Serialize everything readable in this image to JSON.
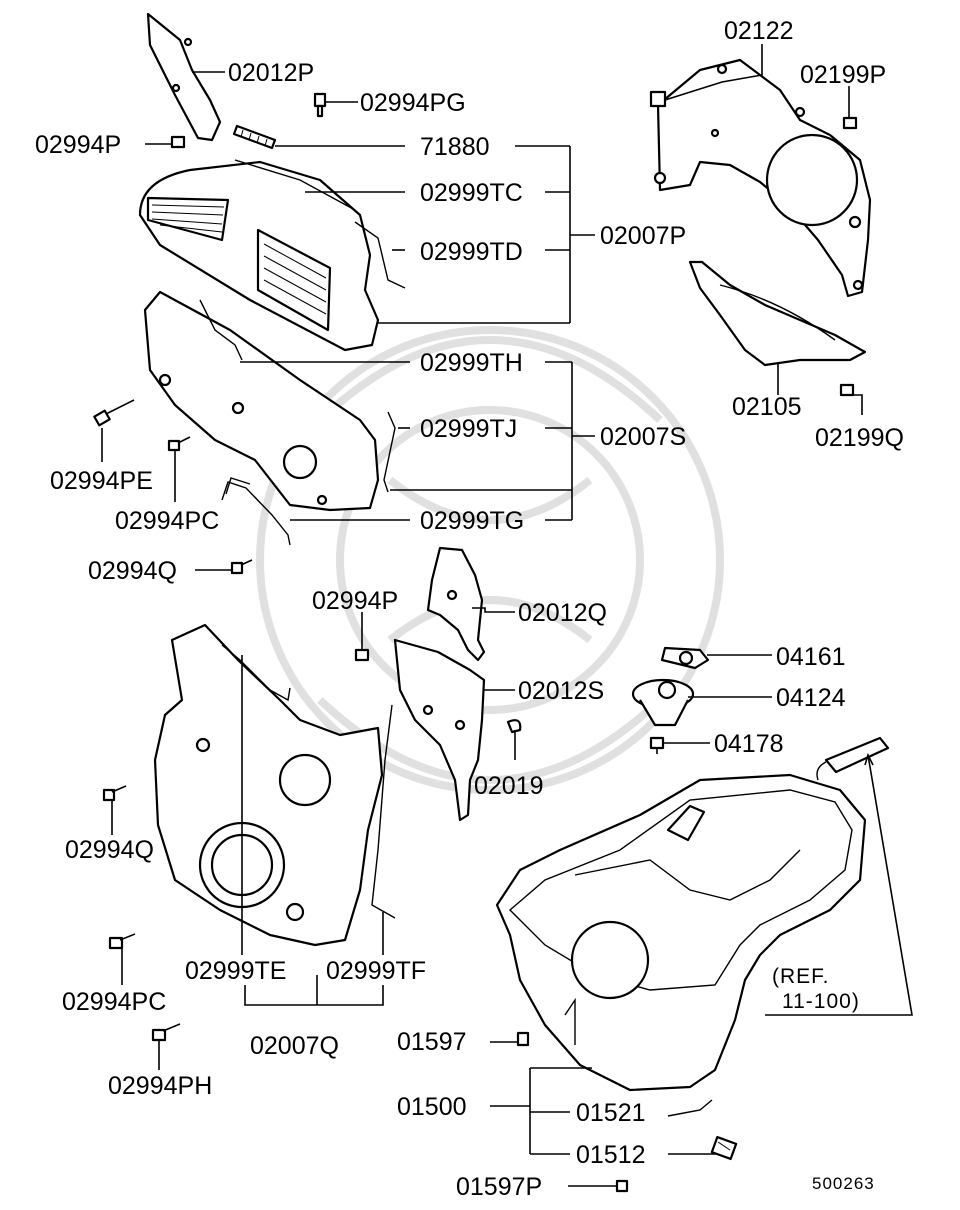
{
  "labels": {
    "p02012P": "02012P",
    "p02994PG": "02994PG",
    "p02994P_top": "02994P",
    "p71880": "71880",
    "p02999TC": "02999TC",
    "p02999TD": "02999TD",
    "p02007P": "02007P",
    "p02999TH": "02999TH",
    "p02999TJ": "02999TJ",
    "p02007S": "02007S",
    "p02994PE": "02994PE",
    "p02994PC_top": "02994PC",
    "p02999TG": "02999TG",
    "p02994Q_top": "02994Q",
    "p02122": "02122",
    "p02199P": "02199P",
    "p02105": "02105",
    "p02199Q": "02199Q",
    "p02994P_mid": "02994P",
    "p02012Q": "02012Q",
    "p02012S": "02012S",
    "p02019": "02019",
    "p04161": "04161",
    "p04124": "04124",
    "p04178": "04178",
    "p02994Q_low": "02994Q",
    "p02999TE": "02999TE",
    "p02999TF": "02999TF",
    "p02007Q": "02007Q",
    "p02994PC_low": "02994PC",
    "p02994PH": "02994PH",
    "p01597": "01597",
    "p01500": "01500",
    "p01521": "01521",
    "p01512": "01512",
    "p01597P": "01597P",
    "ref_line1": "(REF.",
    "ref_line2": "11-100)",
    "diagram_number": "500263"
  }
}
